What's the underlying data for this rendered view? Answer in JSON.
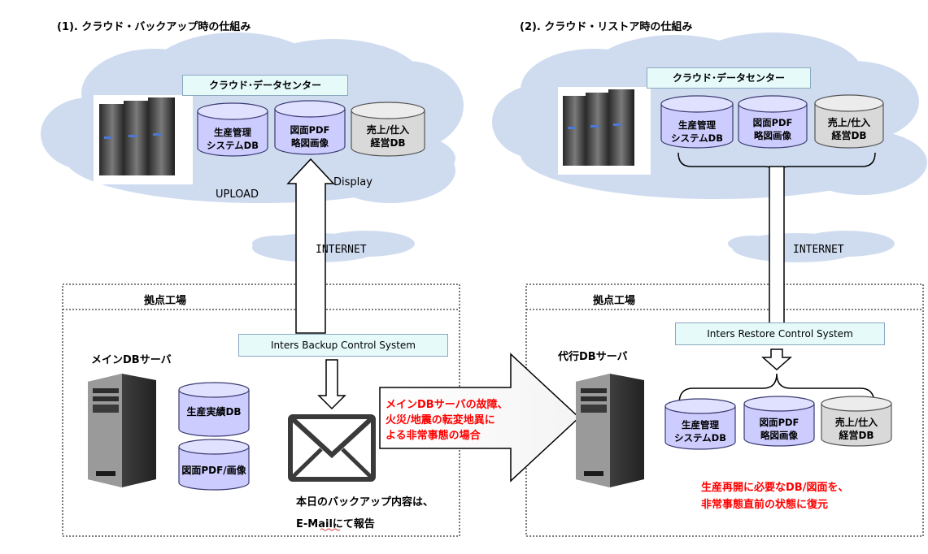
{
  "backup": {
    "heading": "(1). クラウド・バックアップ時の仕組み",
    "datacenter": "クラウド･データセンター",
    "db_system": [
      "生産管理",
      "システムDB"
    ],
    "db_drawing": [
      "図面PDF",
      "略図画像"
    ],
    "db_sales": [
      "売上/仕入",
      "経営DB"
    ],
    "upload": "UPLOAD",
    "display": "Display",
    "internet": "INTERNET",
    "site": "拠点工場",
    "server_label": "メインDBサーバ",
    "control_system": "Inters Backup Control System",
    "db_production": "生産実績DB",
    "db_drawing_image": "図面PDF/画像",
    "report_line1": "本日のバックアップ内容は、",
    "report_line2": "E-Mailにて報告"
  },
  "transition": {
    "line1": "メインDBサーバの故障、",
    "line2": "火災/地震の転変地異に",
    "line3": "よる非常事態の場合"
  },
  "restore": {
    "heading": "(2). クラウド・リストア時の仕組み",
    "datacenter": "クラウド･データセンター",
    "db_system": [
      "生産管理",
      "システムDB"
    ],
    "db_drawing": [
      "図面PDF",
      "略図画像"
    ],
    "db_sales": [
      "売上/仕入",
      "経営DB"
    ],
    "internet": "INTERNET",
    "site": "拠点工場",
    "server_label": "代行DBサーバ",
    "control_system": "Inters Restore Control System",
    "local_db_system": [
      "生産管理",
      "システムDB"
    ],
    "local_db_drawing": [
      "図面PDF",
      "略図画像"
    ],
    "local_db_sales": [
      "売上/仕入",
      "経営DB"
    ],
    "result_line1": "生産再開に必要なDB/図面を、",
    "result_line2": "非常事態直前の状態に復元"
  },
  "colors": {
    "cloud": "#cfdcf0",
    "cylinder_blue": "#ccccff",
    "cylinder_gray": "#d9d9d9",
    "box_cyan": "#e6fafa",
    "alert_red": "#ff0000"
  }
}
